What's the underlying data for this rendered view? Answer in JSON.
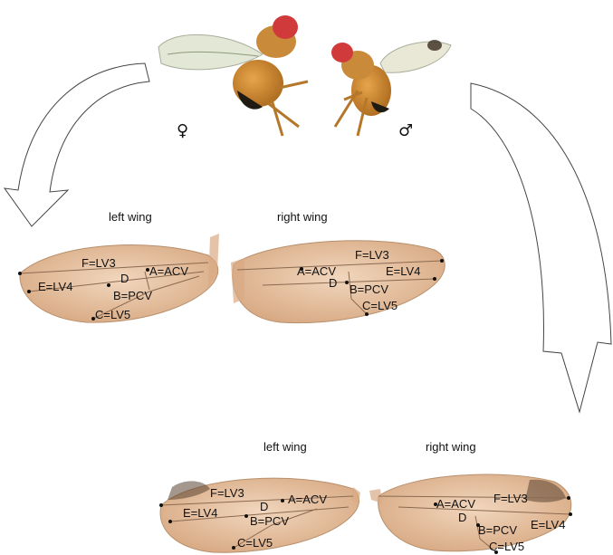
{
  "symbols": {
    "female": "♀",
    "male": "♂"
  },
  "female_wings": {
    "left_label": "left wing",
    "right_label": "right wing",
    "left_points": [
      "F=LV3",
      "A=ACV",
      "D",
      "E=LV4",
      "B=PCV",
      "C=LV5"
    ],
    "right_points": [
      "F=LV3",
      "A=ACV",
      "E=LV4",
      "D",
      "B=PCV",
      "C=LV5"
    ]
  },
  "male_wings": {
    "left_label": "left wing",
    "right_label": "right wing",
    "left_points": [
      "F=LV3",
      "D",
      "A=ACV",
      "E=LV4",
      "B=PCV",
      "C=LV5"
    ],
    "right_points": [
      "A=ACV",
      "F=LV3",
      "D",
      "B=PCV",
      "E=LV4",
      "C=LV5"
    ]
  },
  "colors": {
    "wing": "#e3bc9a",
    "vein": "#8b6a50",
    "body": "#c8862f",
    "eye": "#d13a3a"
  }
}
